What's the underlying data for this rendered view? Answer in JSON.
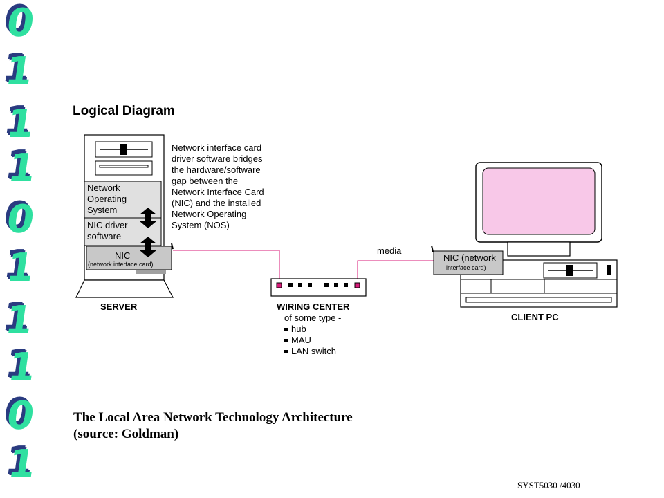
{
  "binary_strip": [
    "0",
    "1",
    "1",
    "1",
    "0",
    "1",
    "1",
    "1",
    "0",
    "1"
  ],
  "diagram": {
    "title": "Logical Diagram",
    "description_lines": [
      "Network interface card",
      "driver software bridges",
      "the hardware/software",
      "gap between the",
      "Network Interface Card",
      "(NIC) and the installed",
      "Network Operating",
      "System (NOS)"
    ],
    "server": {
      "label": "SERVER",
      "nos_line1": "Network",
      "nos_line2": "Operating",
      "nos_line3": "System",
      "driver_line1": "NIC driver",
      "driver_line2": "software",
      "nic_label": "NIC",
      "nic_sublabel": "(network interface card)"
    },
    "wiring_center": {
      "label": "WIRING CENTER",
      "subtitle": "of some type -",
      "items": [
        "hub",
        "MAU",
        "LAN switch"
      ]
    },
    "media_label": "media",
    "client": {
      "label": "CLIENT PC",
      "nic_label": "NIC  (network",
      "nic_sublabel": "interface card)"
    },
    "colors": {
      "cable": "#d81b7a",
      "monitor_screen": "#f8c8e8",
      "nic_fill": "#c8c8c8",
      "nos_fill": "#e0e0e0"
    }
  },
  "caption": {
    "line1": "The Local Area Network Technology Architecture",
    "line2": "(source: Goldman)"
  },
  "footer": "SYST5030 /4030"
}
